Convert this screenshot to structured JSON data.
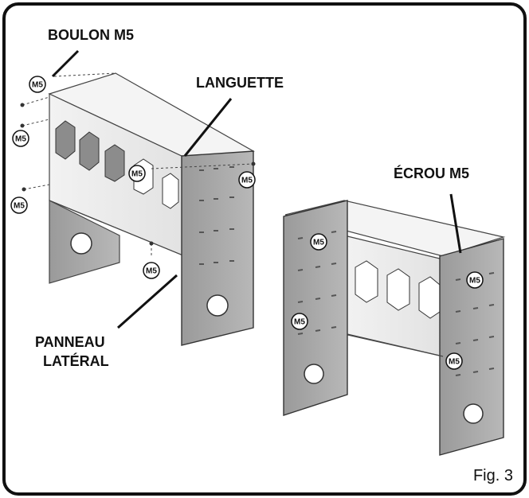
{
  "labels": {
    "bolt": "BOULON M5",
    "tab": "LANGUETTE",
    "nut": "ÉCROU M5",
    "side_panel_line1": "PANNEAU",
    "side_panel_line2": "LATÉRAL"
  },
  "fastener_tag": "M5",
  "figure_caption": "Fig. 3"
}
